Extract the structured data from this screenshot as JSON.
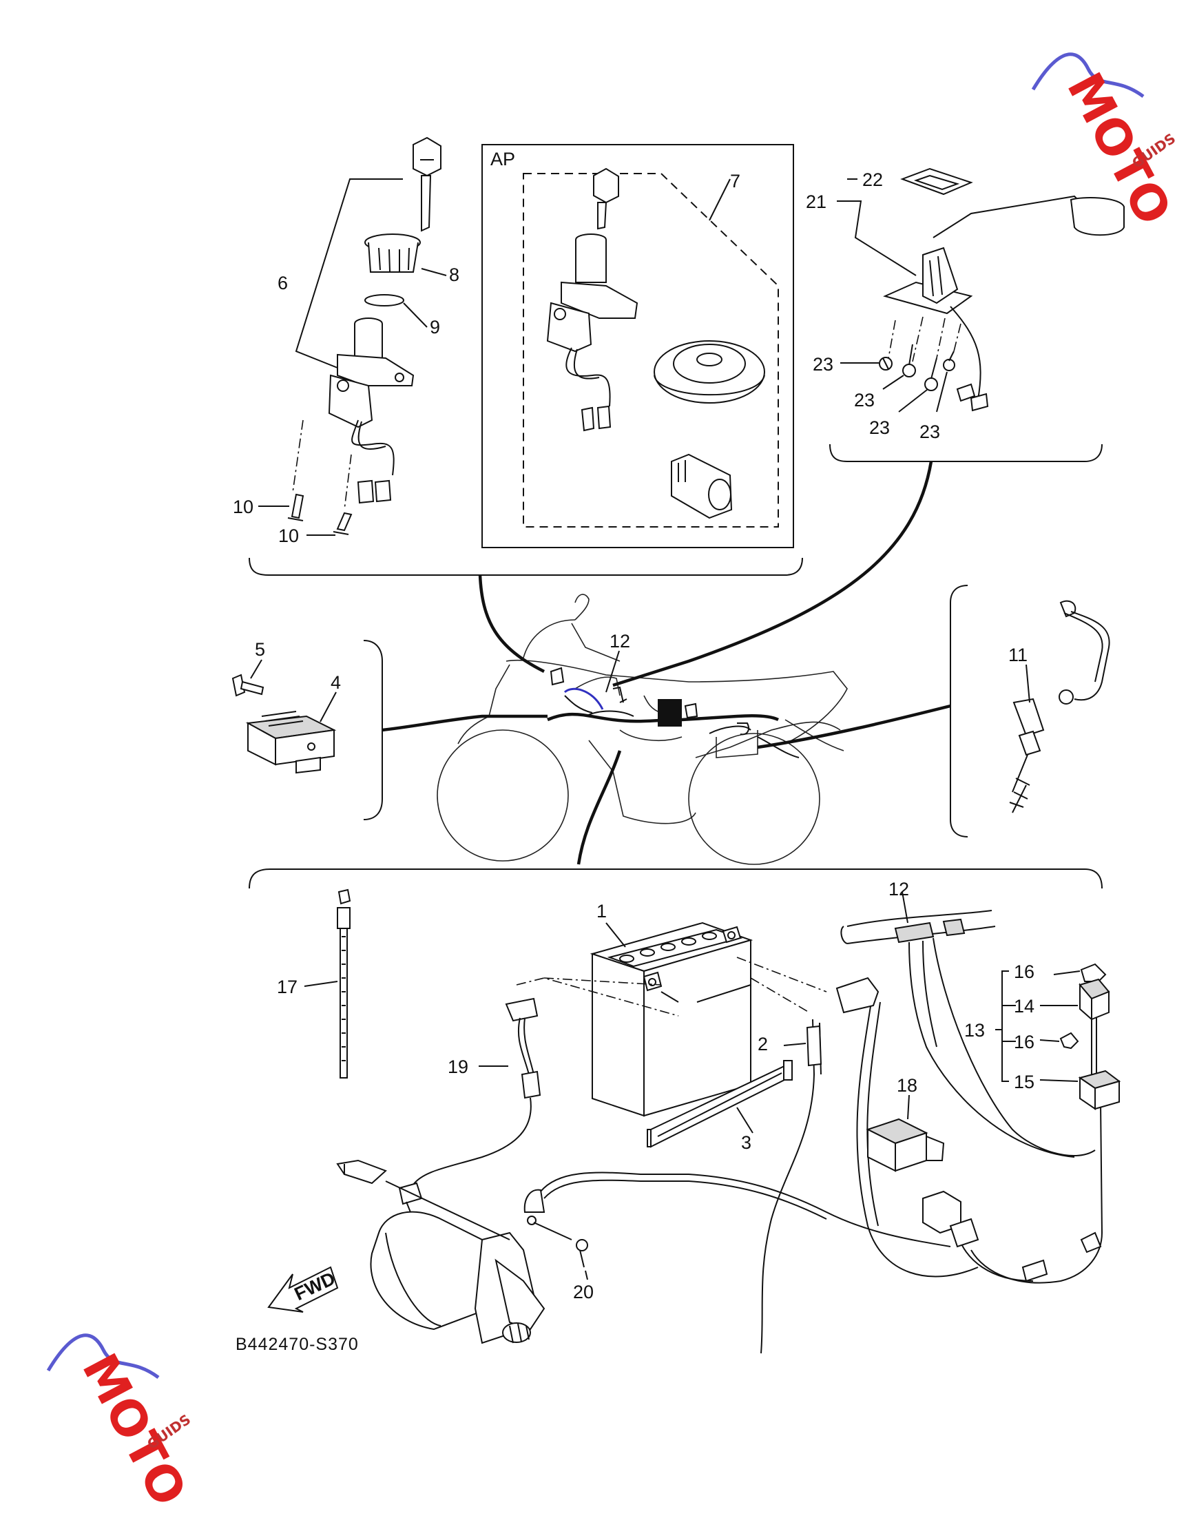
{
  "diagram": {
    "drawing_code": "B442470-S370",
    "fwd_label": "FWD",
    "ap_label": "AP",
    "watermark_brand": "MOTO",
    "watermark_suffix": "GUIDS",
    "callouts": {
      "c1": "1",
      "c2": "2",
      "c3": "3",
      "c4": "4",
      "c5": "5",
      "c6": "6",
      "c7": "7",
      "c8": "8",
      "c9": "9",
      "c10a": "10",
      "c10b": "10",
      "c11": "11",
      "c12a": "12",
      "c12b": "12",
      "c13": "13",
      "c14": "14",
      "c15": "15",
      "c16a": "16",
      "c16b": "16",
      "c17": "17",
      "c18": "18",
      "c19": "19",
      "c20": "20",
      "c21": "21",
      "c22": "22",
      "c23a": "23",
      "c23b": "23",
      "c23c": "23",
      "c23d": "23"
    }
  }
}
